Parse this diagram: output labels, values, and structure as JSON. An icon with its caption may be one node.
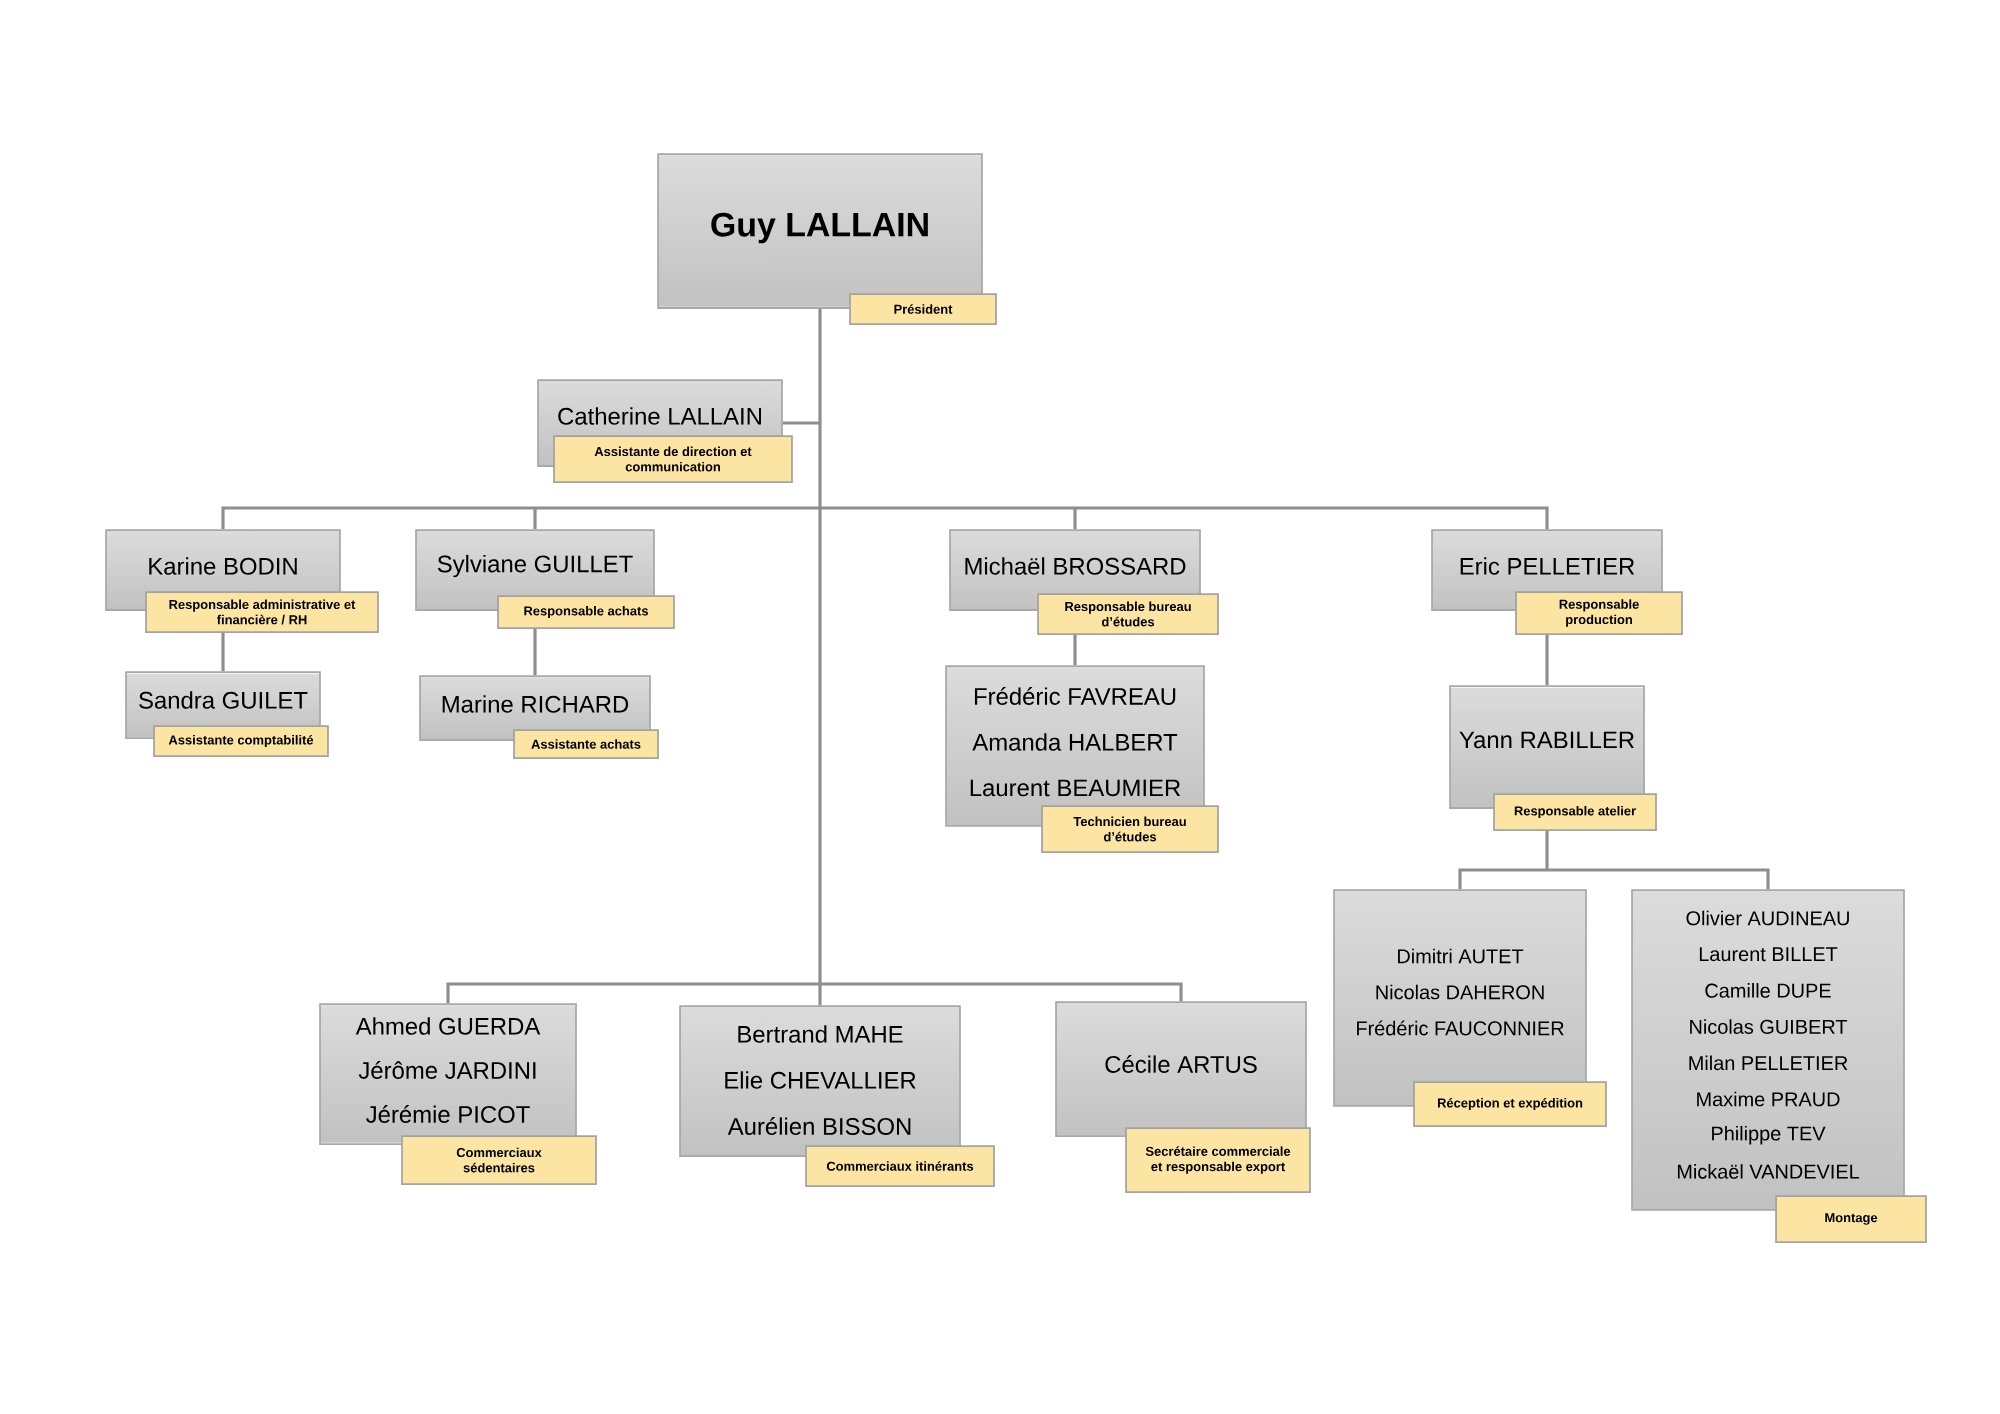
{
  "diagram": {
    "nodes": [
      {
        "text": [
          "Guy LALLAIN",
          "Président"
        ]
      },
      {
        "text": [
          "Catherine LALLAIN",
          "Assistante de direction et communication"
        ]
      },
      {
        "text": [
          "Karine BODIN",
          "Responsable administrative et financière / RH"
        ]
      },
      {
        "text": [
          "Sylviane GUILLET",
          "Responsable achats"
        ]
      },
      {
        "text": [
          "Michaël BROSSARD",
          "Responsable bureau d’études"
        ]
      },
      {
        "text": [
          "Eric PELLETIER",
          "Responsable production"
        ]
      },
      {
        "text": [
          "Sandra GUILET",
          "Assistante comptabilité"
        ]
      },
      {
        "text": [
          "Marine RICHARD",
          "Assistante achats"
        ]
      },
      {
        "text": [
          "Frédéric FAVREAU",
          "Amanda HALBERT",
          "Laurent BEAUMIER",
          "Technicien bureau d’études"
        ]
      },
      {
        "text": [
          "Yann RABILLER",
          "Responsable atelier"
        ]
      },
      {
        "text": [
          "Dimitri AUTET",
          "Nicolas DAHERON",
          "Frédéric FAUCONNIER",
          "Réception et expédition"
        ]
      },
      {
        "text": [
          "Olivier AUDINEAU",
          "Laurent BILLET",
          "Camille DUPE",
          "Nicolas GUIBERT",
          "Milan PELLETIER",
          "Maxime PRAUD",
          "Philippe TEV",
          "Mickaël VANDEVIEL",
          "Montage"
        ]
      },
      {
        "text": [
          "Ahmed GUERDA",
          "Jérôme JARDINI",
          "Jérémie PICOT",
          "Commerciaux sédentaires"
        ]
      },
      {
        "text": [
          "Bertrand MAHE",
          "Elie CHEVALLIER",
          "Aurélien BISSON",
          "Commerciaux itinérants"
        ]
      },
      {
        "text": [
          "Cécile ARTUS",
          "Secrétaire commerciale et responsable export"
        ]
      }
    ],
    "edges": [
      {
        "from": 0,
        "to": 1,
        "arrow": "none"
      },
      {
        "from": 0,
        "to": 2,
        "arrow": "none"
      },
      {
        "from": 0,
        "to": 3,
        "arrow": "none"
      },
      {
        "from": 0,
        "to": 4,
        "arrow": "none"
      },
      {
        "from": 0,
        "to": 5,
        "arrow": "none"
      },
      {
        "from": 2,
        "to": 6,
        "arrow": "none"
      },
      {
        "from": 3,
        "to": 7,
        "arrow": "none"
      },
      {
        "from": 4,
        "to": 8,
        "arrow": "none"
      },
      {
        "from": 5,
        "to": 9,
        "arrow": "none"
      },
      {
        "from": 9,
        "to": 10,
        "arrow": "none"
      },
      {
        "from": 9,
        "to": 11,
        "arrow": "none"
      },
      {
        "from": 0,
        "to": 12,
        "arrow": "none"
      },
      {
        "from": 0,
        "to": 13,
        "arrow": "none"
      },
      {
        "from": 0,
        "to": 14,
        "arrow": "none"
      }
    ]
  }
}
